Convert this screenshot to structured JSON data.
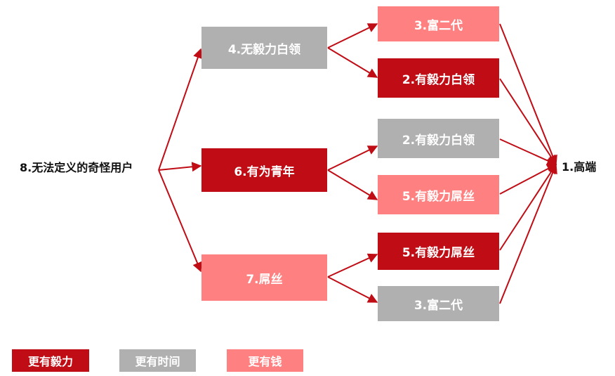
{
  "colors": {
    "dark_red": "#c00c14",
    "gray": "#b0b0b0",
    "pink": "#ff8080",
    "arrow": "#c00c14"
  },
  "diagram": {
    "source": "8.无法定义的奇怪用户",
    "target": "1.高端",
    "level1": {
      "n4": "4.无毅力白领",
      "n6": "6.有为青年",
      "n7": "7.屌丝"
    },
    "level2": {
      "a": "3.富二代",
      "b": "2.有毅力白领",
      "c": "2.有毅力白领",
      "d": "5.有毅力屌丝",
      "e": "5.有毅力屌丝",
      "f": "3.富二代"
    }
  },
  "legend": {
    "more_perseverance": "更有毅力",
    "more_time": "更有时间",
    "more_money": "更有钱"
  }
}
